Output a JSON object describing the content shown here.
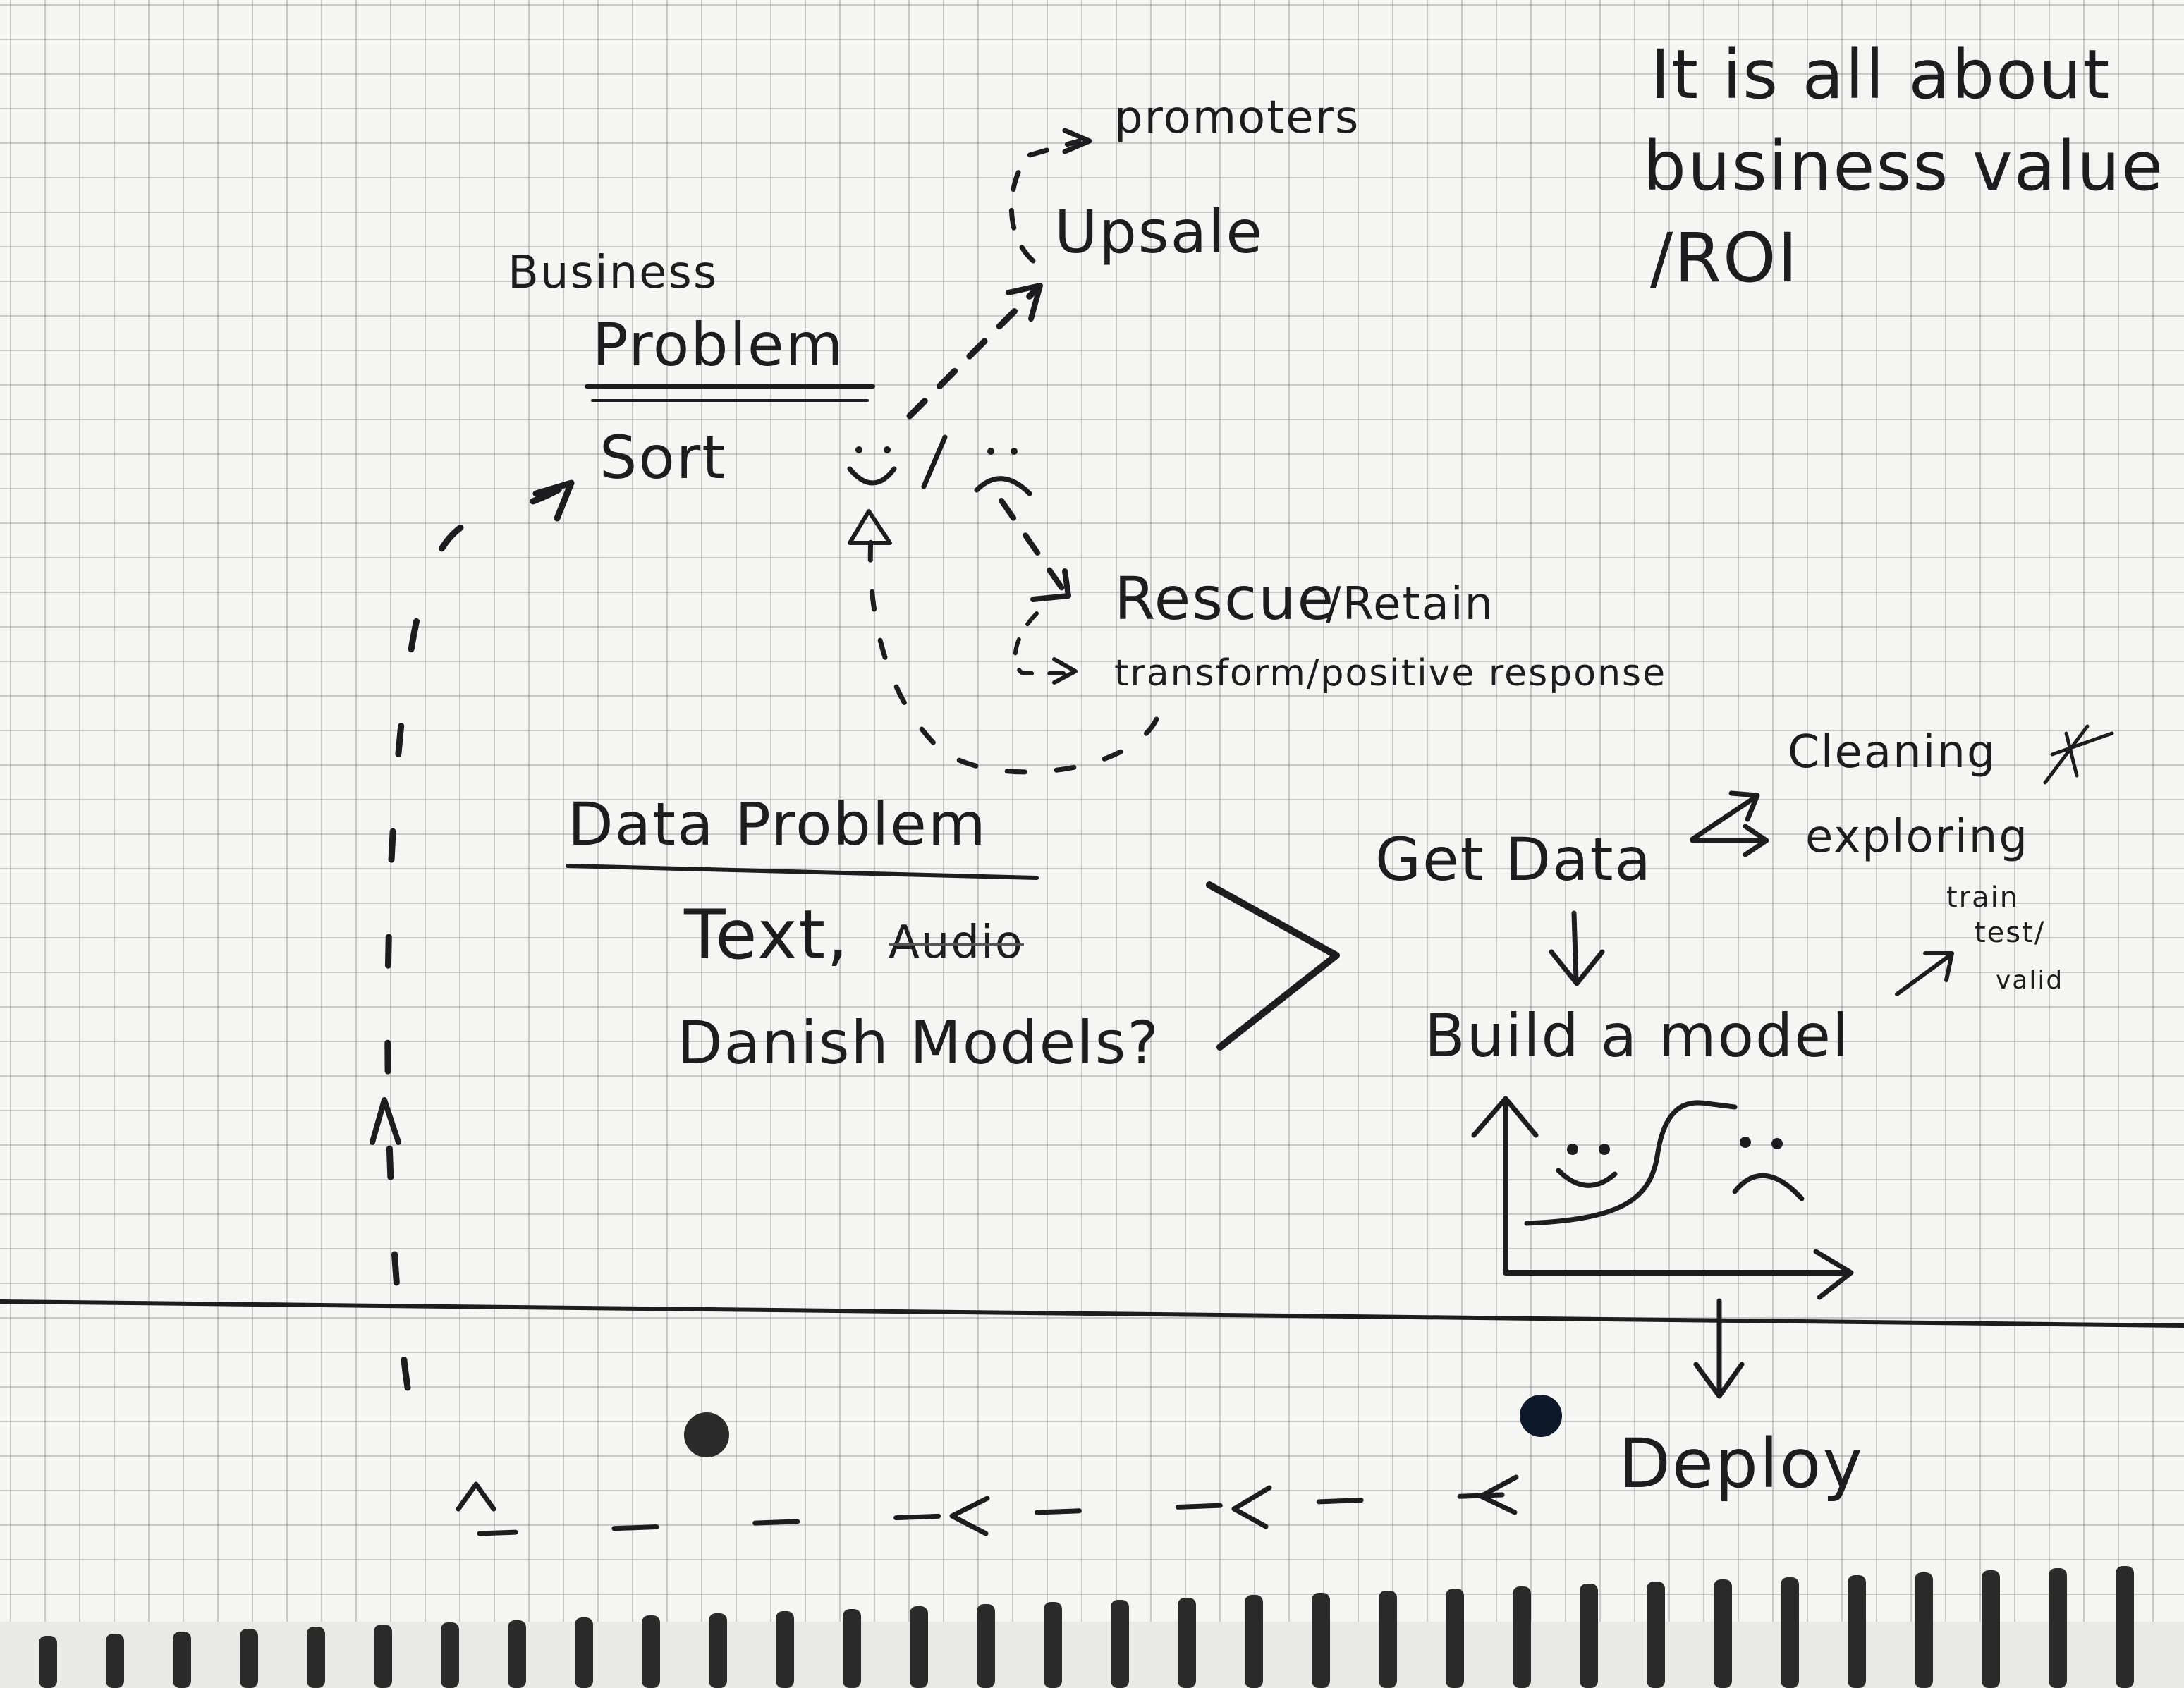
{
  "notes": {
    "roi_line1": "It is all about",
    "roi_line2": "business value",
    "roi_line3": "/ROI"
  },
  "business_problem": {
    "kicker": "Business",
    "title": "Problem",
    "item": "Sort"
  },
  "outcomes": {
    "upsale": "Upsale",
    "promoters": "promoters",
    "rescue": "Rescue",
    "retain": "/Retain",
    "transform": "transform/positive response"
  },
  "data_problem": {
    "title": "Data Problem",
    "text": "Text,",
    "audio": "Audio",
    "danish": "Danish Models?"
  },
  "pipeline": {
    "get_data": "Get Data",
    "cleaning": "Cleaning",
    "exploring": "exploring",
    "build": "Build a model",
    "split_train": "train",
    "split_test": "test/",
    "split_valid": "valid",
    "deploy": "Deploy"
  },
  "colors": {
    "ink": "#1d1d1f",
    "paper": "#f5f5f3",
    "grid": "#8a8a8f",
    "dot": "#0e1a2c",
    "spiral": "#2a2a2a"
  }
}
